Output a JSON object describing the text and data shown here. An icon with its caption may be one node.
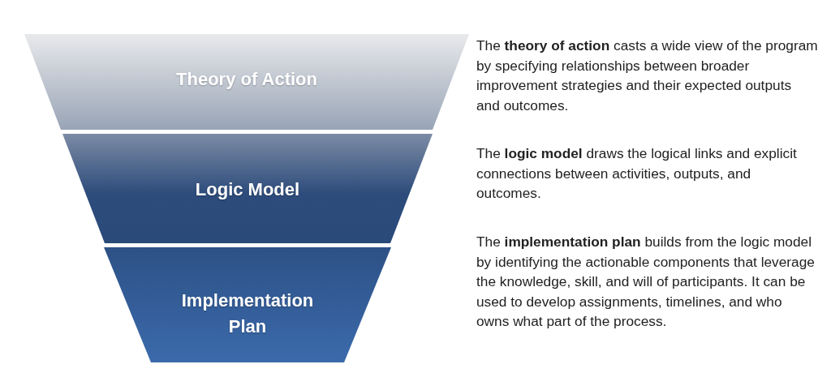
{
  "diagram": {
    "nodes": [
      {
        "text": [
          "Theory of Action"
        ]
      },
      {
        "text": [
          "Logic Model"
        ]
      },
      {
        "text": [
          "Implementation Plan"
        ]
      }
    ],
    "labels": [
      "The **theory of action** casts a wide view of the program by specifying relationships between broader improvement strategies and their expected outputs and outcomes.",
      "The **logic model** draws the logical links and explicit connections between activities, outputs, and outcomes.",
      "The **implementation plan** builds from the logic model by identifying the actionable components that leverage the knowledge, skill, and will of participants. It can be used to develop assignments, timelines, and who owns what part of the process."
    ]
  }
}
